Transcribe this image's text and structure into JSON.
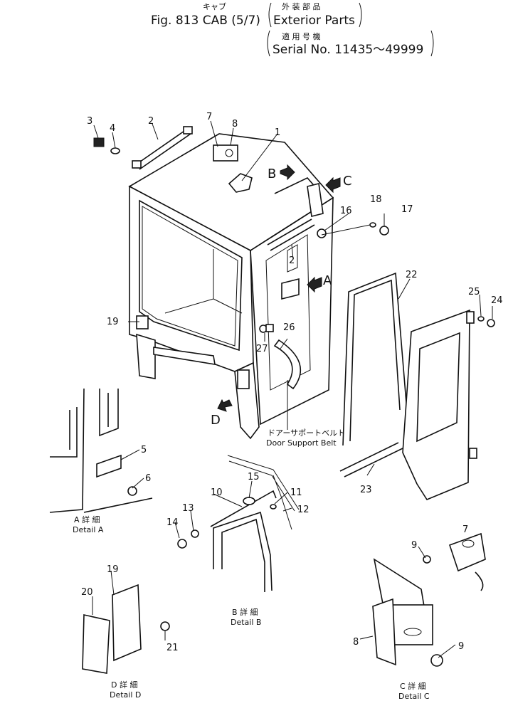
{
  "header": {
    "title_jp": "キャブ",
    "title": "Fig. 813  CAB (5/7)",
    "section_jp": "外 装 部 品",
    "section": "Exterior Parts",
    "serial_jp": "適 用 号 機",
    "serial": "Serial No. 11435～49999"
  },
  "view_markers": {
    "a": "A",
    "b": "B",
    "c": "C",
    "d": "D"
  },
  "callouts": {
    "n1": "1",
    "n2": "2",
    "n2b": "2",
    "n3": "3",
    "n4": "4",
    "n5": "5",
    "n6": "6",
    "n7": "7",
    "n7c": "7",
    "n8": "8",
    "n8c": "8",
    "n9a": "9",
    "n9b": "9",
    "n10": "10",
    "n11": "11",
    "n12": "12",
    "n13": "13",
    "n14": "14",
    "n15": "15",
    "n16": "16",
    "n17": "17",
    "n18": "18",
    "n19": "19",
    "n19d": "19",
    "n20": "20",
    "n21": "21",
    "n22": "22",
    "n23": "23",
    "n24": "24",
    "n25": "25",
    "n26": "26",
    "n27": "27"
  },
  "door_support_belt": {
    "jp": "ドアーサポートベルト",
    "en": "Door Support Belt"
  },
  "details": {
    "a": {
      "jp": "A 詳 細",
      "en": "Detail A"
    },
    "b": {
      "jp": "B 詳 細",
      "en": "Detail B"
    },
    "c": {
      "jp": "C 詳 細",
      "en": "Detail C"
    },
    "d": {
      "jp": "D 詳 細",
      "en": "Detail D"
    }
  }
}
